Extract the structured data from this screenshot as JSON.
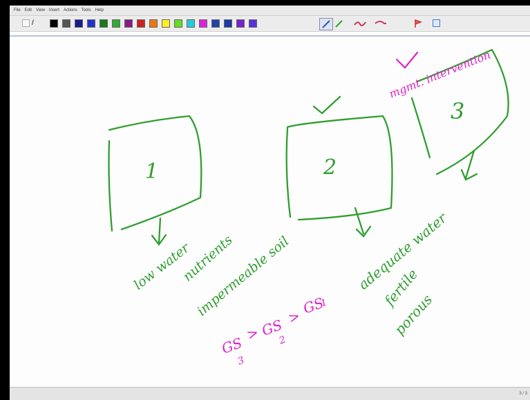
{
  "menu": {
    "items": [
      "File",
      "Edit",
      "View",
      "Insert",
      "Actions",
      "Tools",
      "Help"
    ]
  },
  "toolbar": {
    "colors": [
      "#000000",
      "#555555",
      "#1a1a8c",
      "#2233cc",
      "#1a7a1a",
      "#33aa33",
      "#8a1a8a",
      "#cc2222",
      "#ee7711",
      "#ffee22",
      "#66dd22",
      "#22ccdd",
      "#dd22dd",
      "#2244aa",
      "#1a3aaa",
      "#7722cc",
      "#5533dd"
    ],
    "icons": [
      "pen-icon",
      "highlighter-icon",
      "eraser-icon",
      "lasso-icon",
      "insert-space-icon"
    ]
  },
  "canvas": {
    "box1_label": "1",
    "box2_label": "2",
    "box3_label": "3",
    "box1_notes": [
      "low water",
      "nutrients",
      "impermeable soil"
    ],
    "box3_notes": [
      "adequate water",
      "fertile",
      "porous"
    ],
    "top_note": "mgmt. intervention",
    "comparison": [
      "GS",
      "3",
      ">",
      "GS",
      "2",
      ">",
      "GS",
      "1"
    ]
  },
  "status": {
    "page": "3 / 3"
  }
}
